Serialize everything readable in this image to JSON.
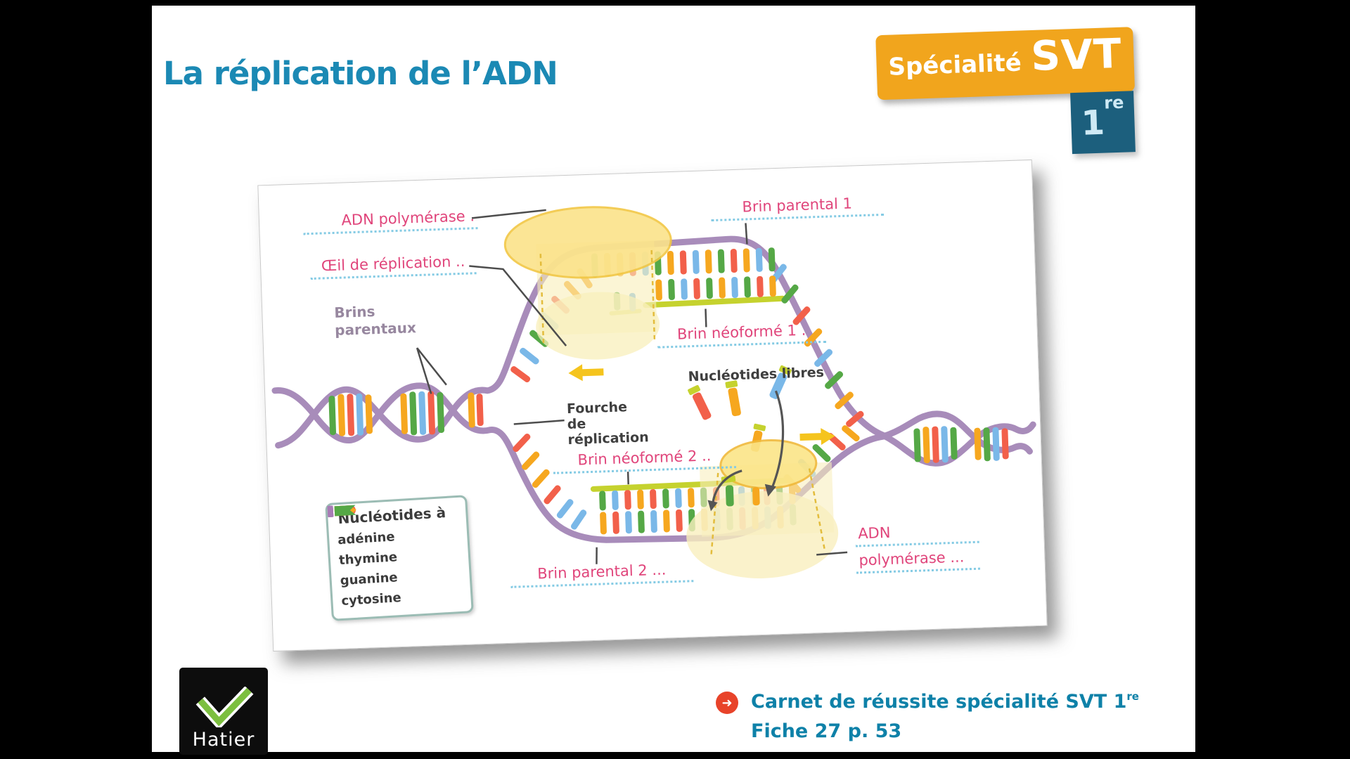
{
  "slide": {
    "title": "La réplication de l’ADN",
    "badge": {
      "specialite": "Spécialité",
      "svt": "SVT",
      "level": "1",
      "level_sup": "re"
    },
    "logo": {
      "text": "Hatier"
    },
    "footer": {
      "arrow_icon": "➜",
      "line1": "Carnet de réussite spécialité SVT 1",
      "line1_sup": "re",
      "line2": "Fiche 27 p. 53"
    }
  },
  "diagram": {
    "labels": {
      "adn_polymerase_top": "ADN polymérase .",
      "oeil_replication": "Œil de réplication ..",
      "brins_parentaux": "Brins parentaux",
      "brin_parental_1": "Brin parental 1",
      "brin_neoforme_1": "Brin néoformé 1 .",
      "nucleotides_libres": "Nucléotides libres",
      "fourche_replication": "Fourche de réplication",
      "brin_neoforme_2": "Brin néoformé 2 ..",
      "brin_parental_2": "Brin parental 2 ...",
      "adn_right_line1": "ADN",
      "adn_right_line2": "polymérase ..."
    },
    "legend": {
      "title": "Nucléotides à",
      "items": [
        {
          "label": "adénine",
          "color": "#f2604a",
          "shape": "round"
        },
        {
          "label": "thymine",
          "color": "#7ab8e8",
          "shape": "notch"
        },
        {
          "label": "guanine",
          "color": "#f6a71f",
          "shape": "point"
        },
        {
          "label": "cytosine",
          "color": "#55a846",
          "shape": "notch"
        }
      ]
    },
    "colors": {
      "strand_purple": "#a88cba",
      "neoformed_green": "#c5d22e",
      "enzyme_yellow": "#fbe38a",
      "arrow_yellow": "#f5c41d",
      "handwriting_pink": "#e0457b",
      "dotted_line_blue": "#85cbe4"
    }
  }
}
